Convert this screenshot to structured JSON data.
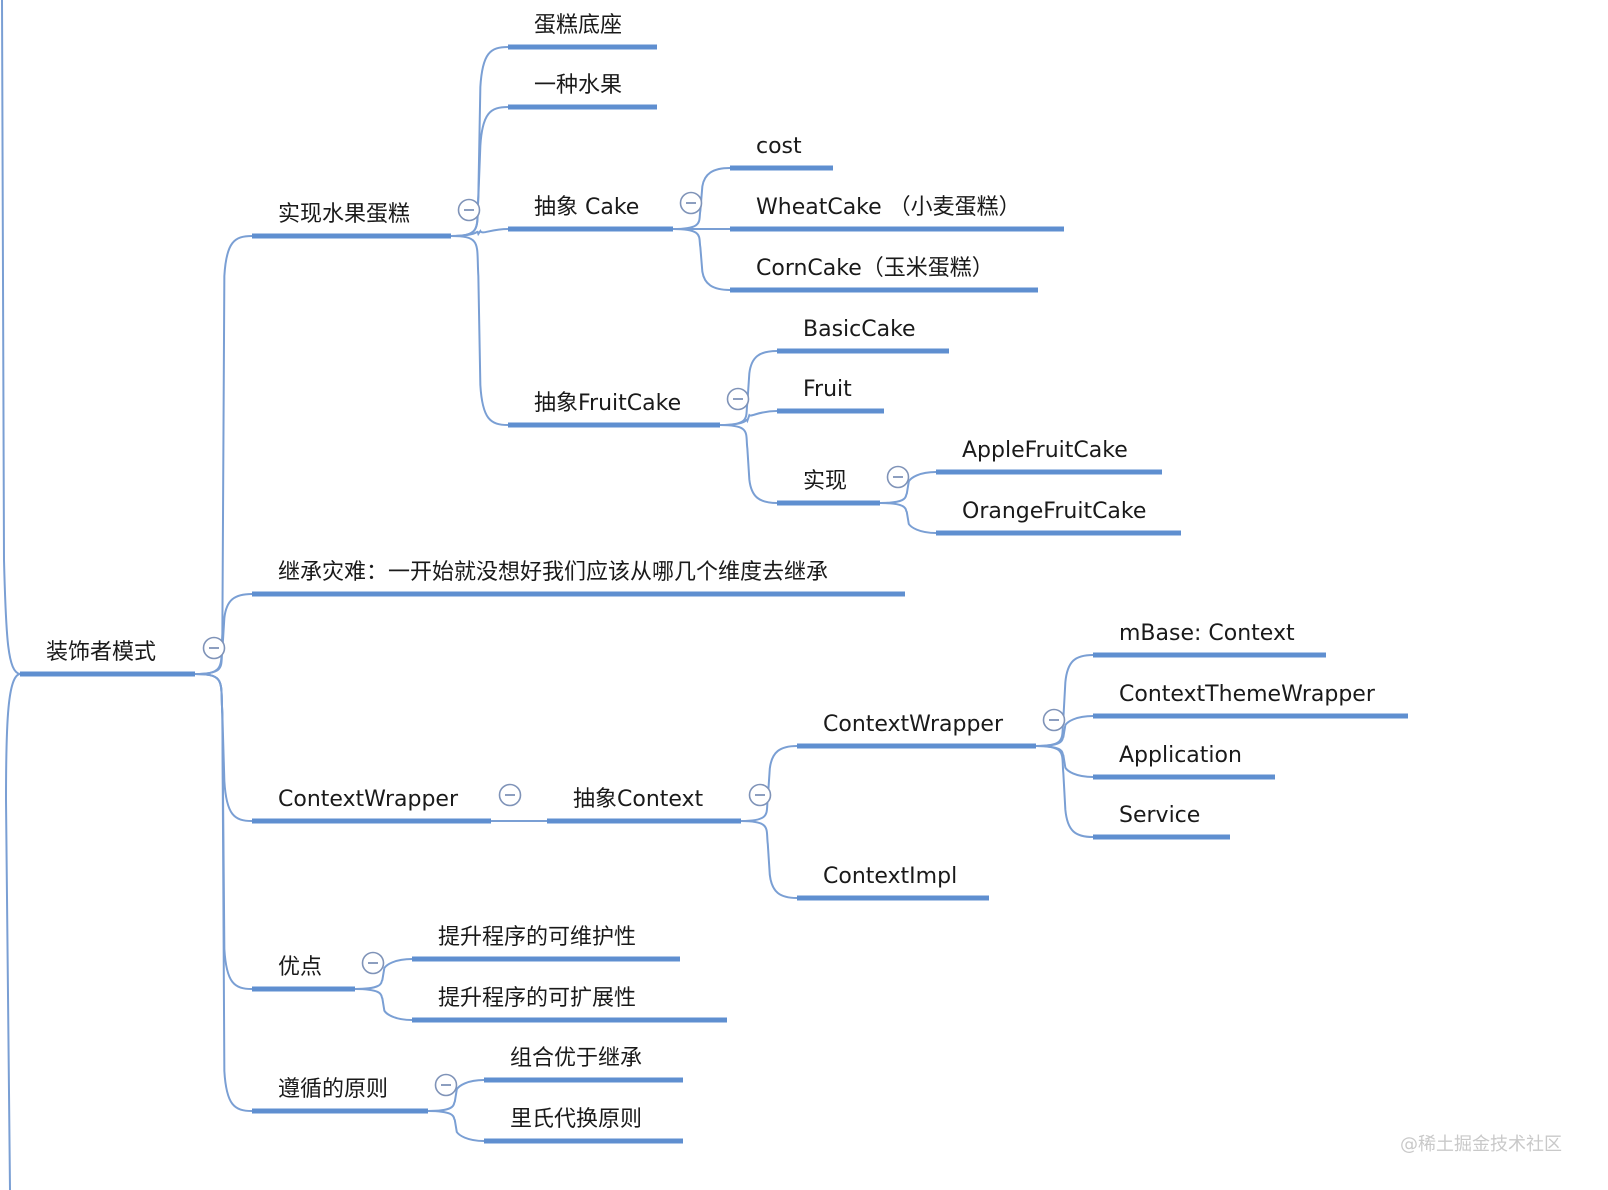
{
  "root": {
    "label": "装饰者模式",
    "children": [
      {
        "label": "实现水果蛋糕",
        "children": [
          {
            "label": "蛋糕底座"
          },
          {
            "label": "一种水果"
          },
          {
            "label": "抽象 Cake",
            "children": [
              {
                "label": "cost"
              },
              {
                "label": "WheatCake （小麦蛋糕）"
              },
              {
                "label": "CornCake（玉米蛋糕）"
              }
            ]
          },
          {
            "label": "抽象FruitCake",
            "children": [
              {
                "label": "BasicCake"
              },
              {
                "label": "Fruit"
              },
              {
                "label": "实现",
                "children": [
                  {
                    "label": "AppleFruitCake"
                  },
                  {
                    "label": "OrangeFruitCake"
                  }
                ]
              }
            ]
          }
        ]
      },
      {
        "label": "继承灾难：一开始就没想好我们应该从哪几个维度去继承"
      },
      {
        "label": "ContextWrapper",
        "children": [
          {
            "label": "抽象Context",
            "children": [
              {
                "label": "ContextWrapper",
                "children": [
                  {
                    "label": "mBase: Context"
                  },
                  {
                    "label": "ContextThemeWrapper"
                  },
                  {
                    "label": "Application"
                  },
                  {
                    "label": "Service"
                  }
                ]
              },
              {
                "label": "ContextImpl"
              }
            ]
          }
        ]
      },
      {
        "label": "优点",
        "children": [
          {
            "label": "提升程序的可维护性"
          },
          {
            "label": "提升程序的可扩展性"
          }
        ]
      },
      {
        "label": "遵循的原则",
        "children": [
          {
            "label": "组合优于继承"
          },
          {
            "label": "里氏代换原则"
          }
        ]
      }
    ]
  },
  "colors": {
    "underline": "#5f8fd0",
    "connector": "#7a9fd4",
    "collapse_stroke": "#7f93b8",
    "text": "#1a1a1a"
  },
  "watermark": "@稀土掘金技术社区"
}
